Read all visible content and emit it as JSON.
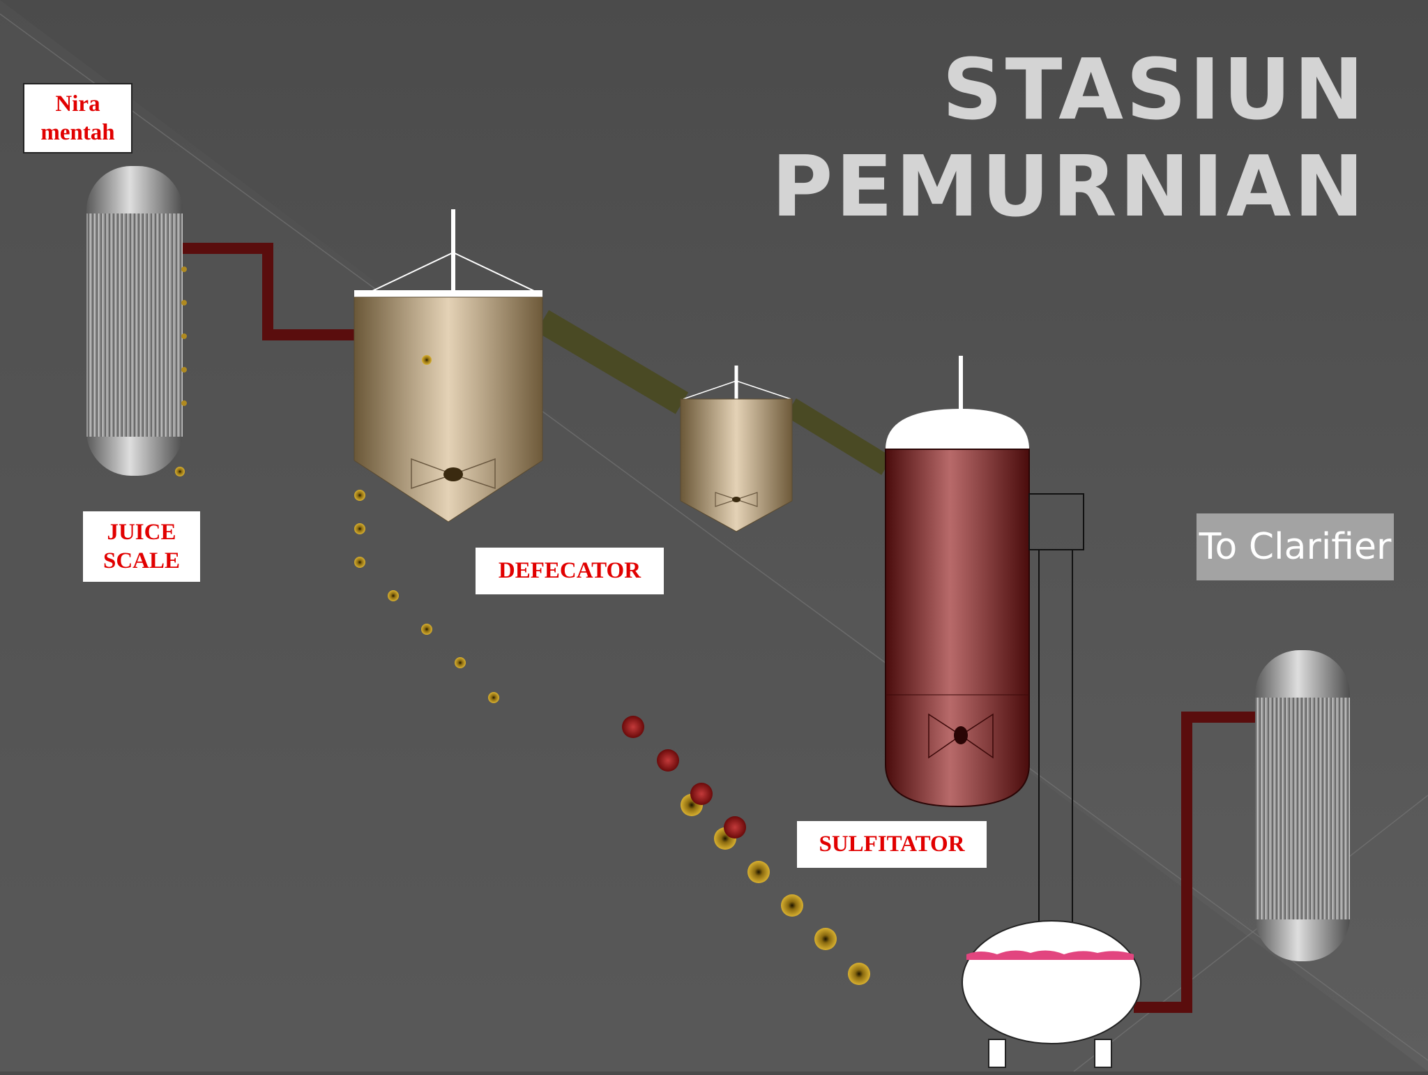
{
  "title": "STASIUN PEMURNIAN",
  "labels": {
    "nira_mentah": "Nira\nmentah",
    "juice_scale": "JUICE\nSCALE",
    "defecator": "DEFECATOR",
    "sulfitator": "SULFITATOR",
    "to_clarifier": "To Clarifier"
  },
  "colors": {
    "background": "#4a4a4a",
    "title": "#d4d4d4",
    "label_text": "#e10000",
    "juice_pipe": "#5a0d0d",
    "sulfitator_body": "#8b3a3a",
    "defecator_body": "#c9b49a",
    "drop_gold": "#c8a020",
    "drop_red": "#9a1a1a"
  }
}
